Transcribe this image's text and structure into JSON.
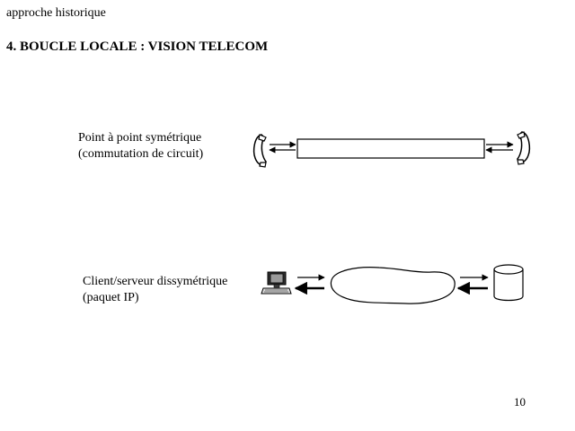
{
  "header": {
    "section": "approche historique"
  },
  "slide": {
    "title": "4. BOUCLE LOCALE : VISION TELECOM",
    "page_number": "10"
  },
  "point_to_point": {
    "line1": "Point à point symétrique",
    "line2": "(commutation de circuit)",
    "left_icon": "telephone-handset-icon",
    "right_icon": "telephone-handset-icon"
  },
  "client_server": {
    "line1": "Client/serveur dissymétrique",
    "line2": "(paquet IP)",
    "client_icon": "computer-icon",
    "network_icon": "cloud-icon",
    "server_icon": "database-cylinder-icon"
  }
}
